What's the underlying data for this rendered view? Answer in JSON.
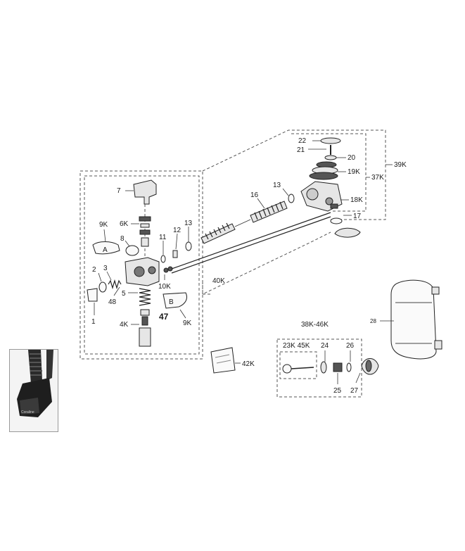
{
  "labels": {
    "p7": "7",
    "p6k": "6K",
    "p9k_top": "9K",
    "p8": "8",
    "pA": "A",
    "p11": "11",
    "p12": "12",
    "p13_left": "13",
    "p2": "2",
    "p3": "3",
    "p48": "48",
    "p5": "5",
    "p10k": "10K",
    "p1": "1",
    "pB": "B",
    "p9k_bottom": "9K",
    "p4k": "4K",
    "p47": "47",
    "p40k": "40K",
    "p16": "16",
    "p13_right": "13",
    "p22": "22",
    "p21": "21",
    "p20": "20",
    "p19k": "19K",
    "p37k": "37K",
    "p39k": "39K",
    "p18k": "18K",
    "p17": "17",
    "p42k": "42K",
    "p28": "28",
    "p38k46k": "38K-46K",
    "p23k45k": "23K 45K",
    "p24": "24",
    "p26": "26",
    "p25": "25",
    "p27": "27"
  },
  "inset": {
    "brand_text": "Coraline"
  }
}
